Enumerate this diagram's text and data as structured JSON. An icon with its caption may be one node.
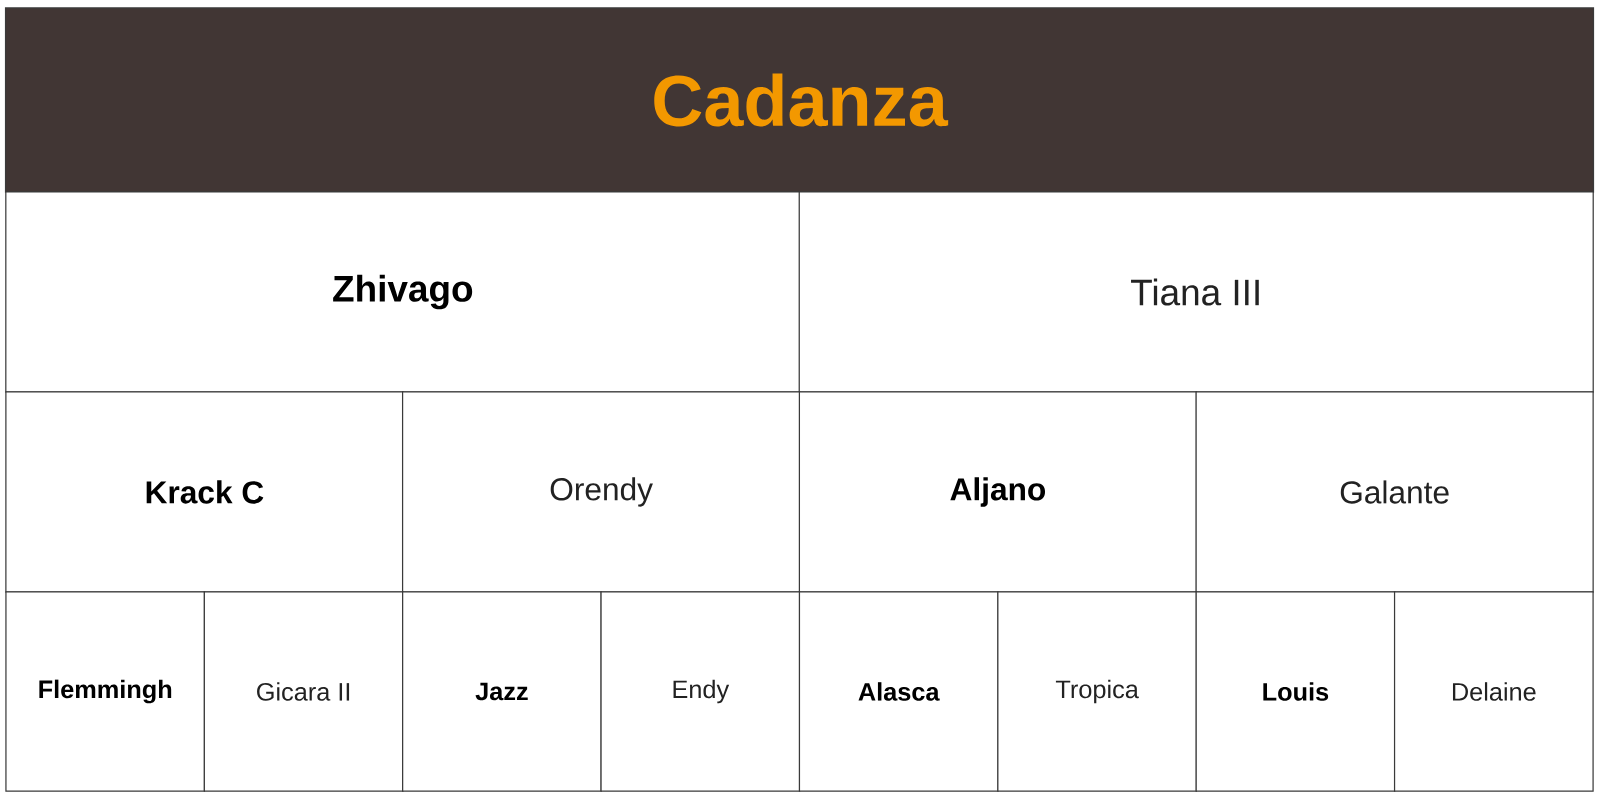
{
  "diagram": {
    "nodes": [
      {
        "text": [
          "Cadanza"
        ]
      },
      {
        "text": [
          "Zhivago"
        ]
      },
      {
        "text": [
          "Tiana III"
        ]
      },
      {
        "text": [
          "Krack C"
        ]
      },
      {
        "text": [
          "Orendy"
        ]
      },
      {
        "text": [
          "Aljano"
        ]
      },
      {
        "text": [
          "Galante"
        ]
      },
      {
        "text": [
          "Flemmingh"
        ]
      },
      {
        "text": [
          "Gicara II"
        ]
      },
      {
        "text": [
          "Jazz"
        ]
      },
      {
        "text": [
          "Endy"
        ]
      },
      {
        "text": [
          "Alasca"
        ]
      },
      {
        "text": [
          "Tropica"
        ]
      },
      {
        "text": [
          "Louis"
        ]
      },
      {
        "text": [
          "Delaine"
        ]
      }
    ]
  }
}
